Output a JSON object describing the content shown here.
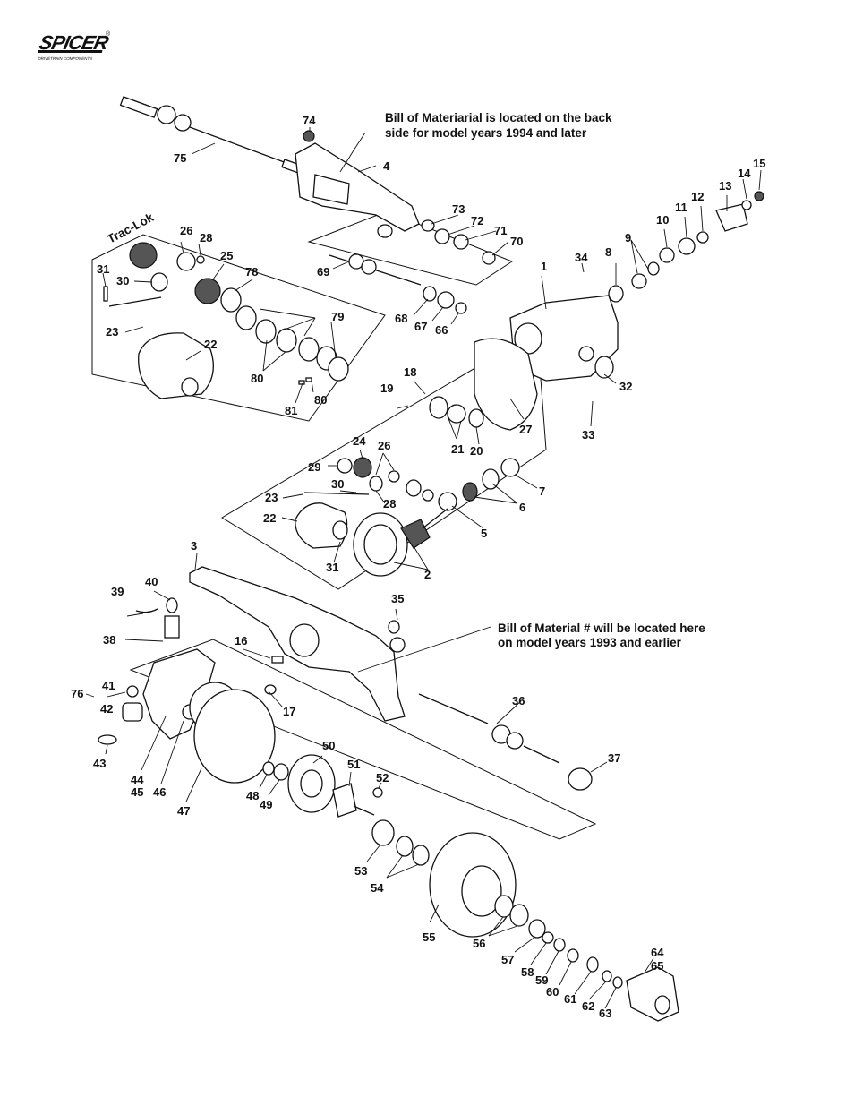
{
  "brand": {
    "logo_text": "SPICER",
    "logo_sub": "DRIVETRAIN COMPONENTS",
    "logo_mark": "®"
  },
  "notes": {
    "back_line1": "Bill of Materiarial is located on the back",
    "back_line2": "side for model years 1994 and later",
    "here_line1": "Bill of Material # will be located here",
    "here_line2": "on model years 1993 and earlier"
  },
  "inset_label": "Trac-Lok",
  "callouts": [
    "1",
    "2",
    "3",
    "4",
    "5",
    "6",
    "7",
    "8",
    "9",
    "10",
    "11",
    "12",
    "13",
    "14",
    "15",
    "16",
    "17",
    "18",
    "19",
    "20",
    "21",
    "22",
    "23",
    "24",
    "25",
    "26",
    "27",
    "28",
    "29",
    "30",
    "31",
    "32",
    "33",
    "34",
    "35",
    "36",
    "37",
    "38",
    "39",
    "40",
    "41",
    "42",
    "43",
    "44",
    "45",
    "46",
    "47",
    "48",
    "49",
    "50",
    "51",
    "52",
    "53",
    "54",
    "55",
    "56",
    "57",
    "58",
    "59",
    "60",
    "61",
    "62",
    "63",
    "64",
    "65",
    "66",
    "67",
    "68",
    "69",
    "70",
    "71",
    "72",
    "73",
    "74",
    "75",
    "76",
    "78",
    "79",
    "80",
    "81"
  ],
  "colors": {
    "ink": "#111111",
    "paper": "#ffffff"
  }
}
